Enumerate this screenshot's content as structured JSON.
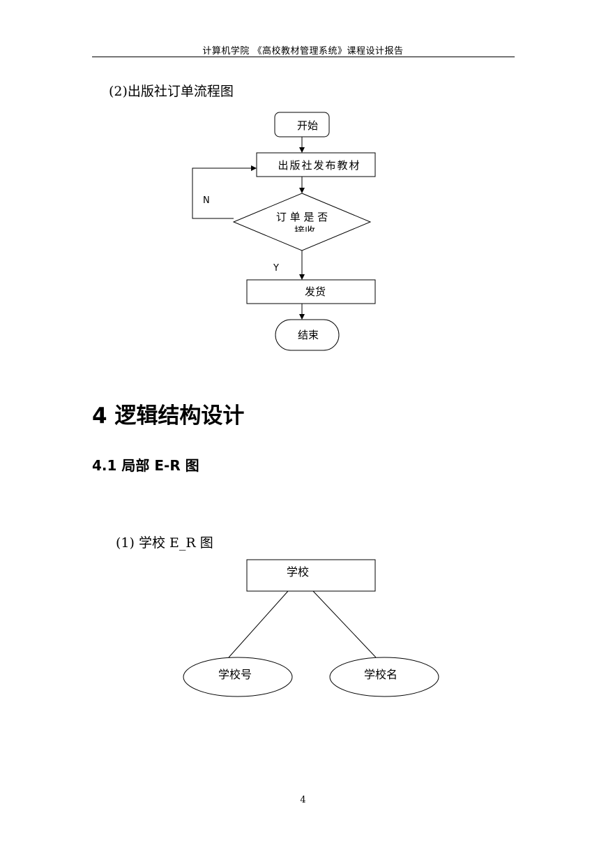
{
  "header": {
    "title": "计算机学院 《高校教材管理系统》课程设计报告"
  },
  "flowchart": {
    "caption": "(2)出版社订单流程图",
    "start_label": "开始",
    "publish_label": "出版社发布教材",
    "decision_line1": "订 单 是 否",
    "decision_line2": "接收",
    "no_label": "N",
    "yes_label": "Y",
    "ship_label": "发货",
    "end_label": "结束"
  },
  "section": {
    "heading": "4 逻辑结构设计",
    "subheading": "4.1 局部 E-R 图"
  },
  "er_diagram": {
    "caption": "(1) 学校 E_R 图",
    "entity_label": "学校",
    "attribute_1": "学校号",
    "attribute_2": "学校名"
  },
  "footer": {
    "page_number": "4"
  }
}
